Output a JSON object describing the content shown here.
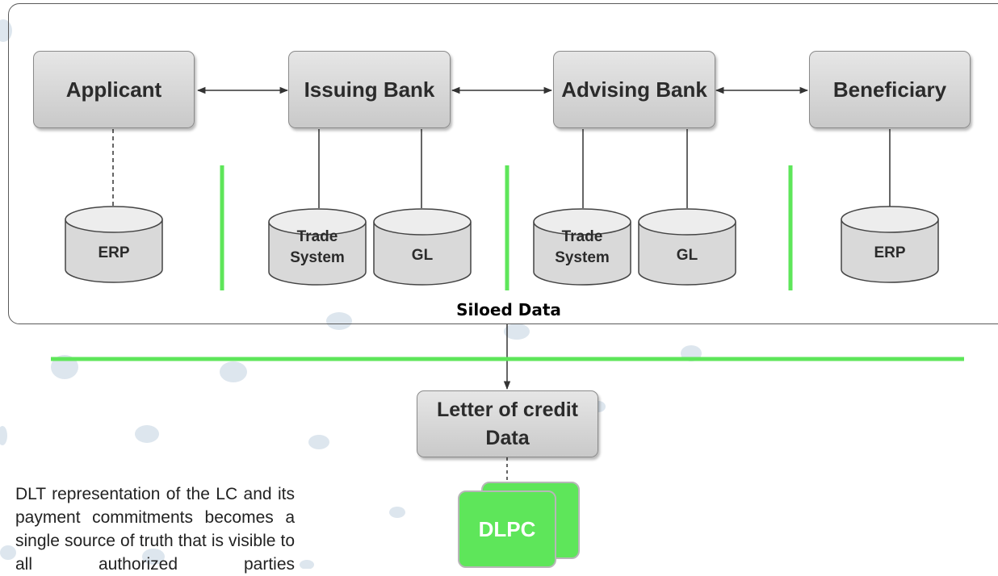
{
  "parties": {
    "applicant": "Applicant",
    "issuing_bank": "Issuing Bank",
    "advising_bank": "Advising Bank",
    "beneficiary": "Beneficiary"
  },
  "systems": {
    "applicant_erp": "ERP",
    "issuing_trade": "Trade\nSystem",
    "issuing_gl": "GL",
    "advising_trade": "Trade\nSystem",
    "advising_gl": "GL",
    "beneficiary_erp": "ERP"
  },
  "siloed_label": "Siloed Data",
  "lc_box": "Letter of credit Data",
  "dlpc_label": "DLPC",
  "description": "DLT representation of the LC and its payment commitments becomes a single source of truth that is visible to all authorized parties",
  "colors": {
    "accent_green": "#5ee65a",
    "box_fill": "#d6d6d6",
    "dot_color": "#dde6ee"
  }
}
